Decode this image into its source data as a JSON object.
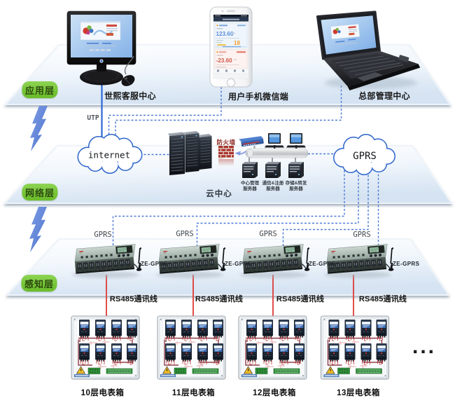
{
  "layers": {
    "application": {
      "badge": "应用层"
    },
    "network": {
      "badge": "网络层"
    },
    "sensing": {
      "badge": "感知层"
    }
  },
  "application": {
    "monitor_label": "世熙客服中心",
    "phone_label": "用户手机微信端",
    "laptop_label": "总部管理中心",
    "phone_screen": {
      "balance_positive": "123.60",
      "days_remaining": "18",
      "balance_negative": "-23.60"
    }
  },
  "network": {
    "utp_label": "UTP",
    "internet_cloud_label": "internet",
    "gprs_cloud_label": "GPRS",
    "cloud_center_label": "云中心",
    "firewall_label": "防火墙",
    "servers": [
      {
        "line1": "中心管理",
        "line2": "服务器"
      },
      {
        "line1": "通信&注册",
        "line2": "服务器"
      },
      {
        "line1": "存储&转发",
        "line2": "服务器"
      }
    ]
  },
  "sensing": {
    "devices": [
      {
        "gprs_label": "GPRS",
        "model_label": "ZE-GPRS",
        "bus_label": "RS485通讯线"
      },
      {
        "gprs_label": "GPRS",
        "model_label": "ZE-GPRS",
        "bus_label": "RS485通讯线"
      },
      {
        "gprs_label": "GPRS",
        "model_label": "ZE-GPRS",
        "bus_label": "RS485通讯线"
      },
      {
        "gprs_label": "GPRS",
        "model_label": "ZE-GPRS",
        "bus_label": "RS485通讯线"
      }
    ],
    "more_label": "..."
  },
  "meter_boxes": [
    {
      "label": "10层电表箱"
    },
    {
      "label": "11层电表箱"
    },
    {
      "label": "12层电表箱"
    },
    {
      "label": "13层电表箱"
    }
  ],
  "colors": {
    "layer_badge_green": "#77c637",
    "dashed_line_blue": "#4d7ad6",
    "utp_line_blue": "#2c68d9",
    "rs485_line_red": "#dd3a34",
    "cloud_border_blue": "#2f66cc",
    "firewall_brick_red": "#a8352c",
    "lightning_blue": "#5b82d8"
  }
}
